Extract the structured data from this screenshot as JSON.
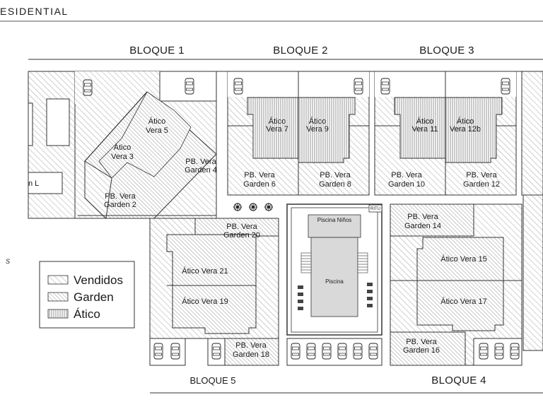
{
  "header": {
    "title": "ESIDENTIAL",
    "side_letter": "S"
  },
  "blocks": {
    "b1": "BLOQUE 1",
    "b2": "BLOQUE 2",
    "b3": "BLOQUE 3",
    "b4": "BLOQUE 4",
    "b5": "BLOQUE 5"
  },
  "units": {
    "atico_vera_5": [
      "Ático",
      "Vera  5"
    ],
    "atico_vera_3": [
      "Ático",
      "Vera  3"
    ],
    "pb_vera_garden_4": [
      "PB. Vera",
      "Garden 4"
    ],
    "pb_vera_garden_2": [
      "PB. Vera",
      "Garden 2"
    ],
    "atico_vera_7": [
      "Ático",
      "Vera  7"
    ],
    "atico_vera_9": [
      "Ático",
      "Vera  9"
    ],
    "pb_vera_garden_6": [
      "PB. Vera",
      "Garden 6"
    ],
    "pb_vera_garden_8": [
      "PB. Vera",
      "Garden 8"
    ],
    "atico_vera_11": [
      "Ático",
      "Vera  11"
    ],
    "atico_vera_12b": [
      "Ático",
      "Vera  12b"
    ],
    "pb_vera_garden_10": [
      "PB. Vera",
      "Garden 10"
    ],
    "pb_vera_garden_12": [
      "PB. Vera",
      "Garden 12"
    ],
    "pb_vera_garden_20": [
      "PB. Vera",
      "Garden 20"
    ],
    "atico_vera_21": "Ático Vera  21",
    "atico_vera_19": "Ático Vera  19",
    "pb_vera_garden_18": [
      "PB. Vera",
      "Garden 18"
    ],
    "pb_vera_garden_14": [
      "PB. Vera",
      "Garden 14"
    ],
    "atico_vera_15": "Ático Vera  15",
    "atico_vera_17": "Ático Vera  17",
    "pb_vera_garden_16": [
      "PB. Vera",
      "Garden 16"
    ],
    "left_partial": "n L"
  },
  "pool": {
    "kids_pool": "Piscina Niños",
    "main_pool": "Piscina",
    "ritu": "RITU"
  },
  "legend": {
    "items": [
      {
        "label": "Vendidos",
        "pattern": "hatch-fine"
      },
      {
        "label": "Garden",
        "pattern": "hatch-dense"
      },
      {
        "label": "Ático",
        "pattern": "hatch-vertical"
      }
    ]
  },
  "icons": {
    "car": "car-icon",
    "tree": "tree-icon"
  }
}
